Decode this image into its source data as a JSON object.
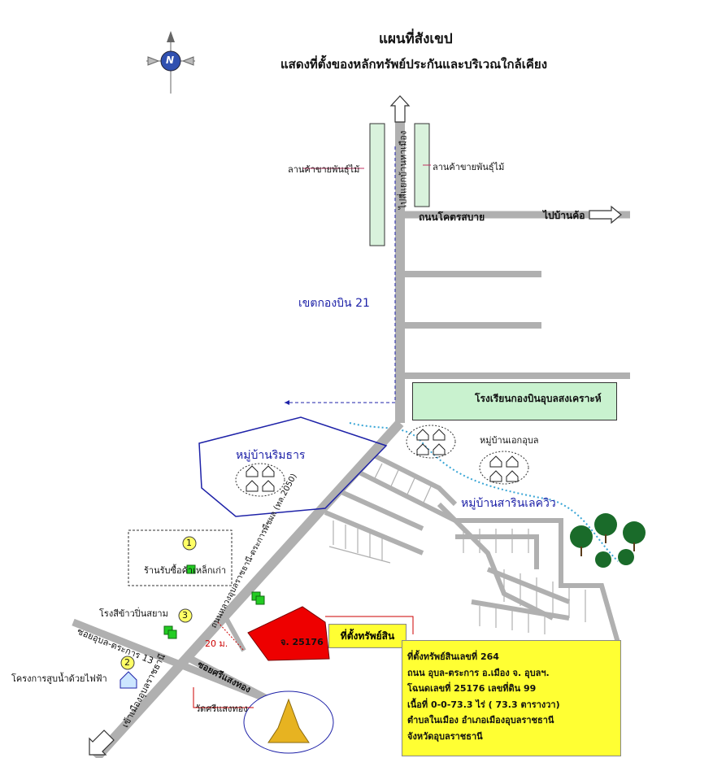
{
  "header": {
    "title": "แผนที่สังเขป",
    "subtitle": "แสดงที่ตั้งของหลักทรัพย์ประกันและบริเวณใกล้เคียง"
  },
  "compass": {
    "label": "N"
  },
  "labels": {
    "shop_left": "ลานค้าขายพันธุ์ไม้",
    "shop_right": "ลานค้าขายพันธุ์ไม้",
    "road_north": "ไปสี่แยกบ้านหาเมือง",
    "road_east": "ถนนโคตรสบาย",
    "to_ban_kho": "ไปบ้านค้อ",
    "air_wing": "เขตกองบิน 21",
    "school": "โรงเรียนกองบินอุบลสงเคราะห์",
    "village_ekudol": "หมู่บ้านเอกอุบล",
    "village_rimtarn": "หมู่บ้านริมธาร",
    "village_sarin": "หมู่บ้านสารินเลควิว",
    "main_road": "ถนนหลวงอุบลราชธานี-ตระการพืชผล (ทล.2050)",
    "scrap_shop": "ร้านรับซื้อค้าเหล็กเก่า",
    "rice_mill": "โรงสีข้าวปิ่นสยาม",
    "water_project": "โครงการสูบน้ำด้วยไฟฟ้า",
    "soi_ubon": "ซอยอุบล-ตระการ 13",
    "soi_srisang": "ซอยศรีแสงทอง",
    "temple": "วัดศรีแสงทอง",
    "to_city": "เข้าเมืองอุบลราชธานี",
    "distance": "20 ม.",
    "parcel": "จ. 25176",
    "location_tag": "ที่ตั้งทรัพย์สิน",
    "marker_1": "1",
    "marker_2": "2",
    "marker_3": "3"
  },
  "info": {
    "line1": "ที่ตั้งทรัพย์สินเลขที่   264",
    "line2": "ถนน อุบล-ตระการ อ.เมือง  จ. อุบลฯ.",
    "line3": "โฉนดเลขที่   25176   เลขที่ดิน  99",
    "line4": "เนื้อที่  0-0-73.3 ไร่   ( 73.3 ตารางวา)",
    "line5": "ตำบลในเมือง   อำเภอเมืองอุบลราชธานี",
    "line6": "จังหวัดอุบลราชธานี"
  },
  "colors": {
    "road": "#b0b0b0",
    "parcel": "#ee0000",
    "info_bg": "#ffff33",
    "school_bg": "#c9f2cf",
    "shop_bg": "#d9f2dc",
    "text_blue": "#1e22a8",
    "marker_green": "#22cc22",
    "tree": "#1a6b2a",
    "river": "#3aa6d6"
  }
}
